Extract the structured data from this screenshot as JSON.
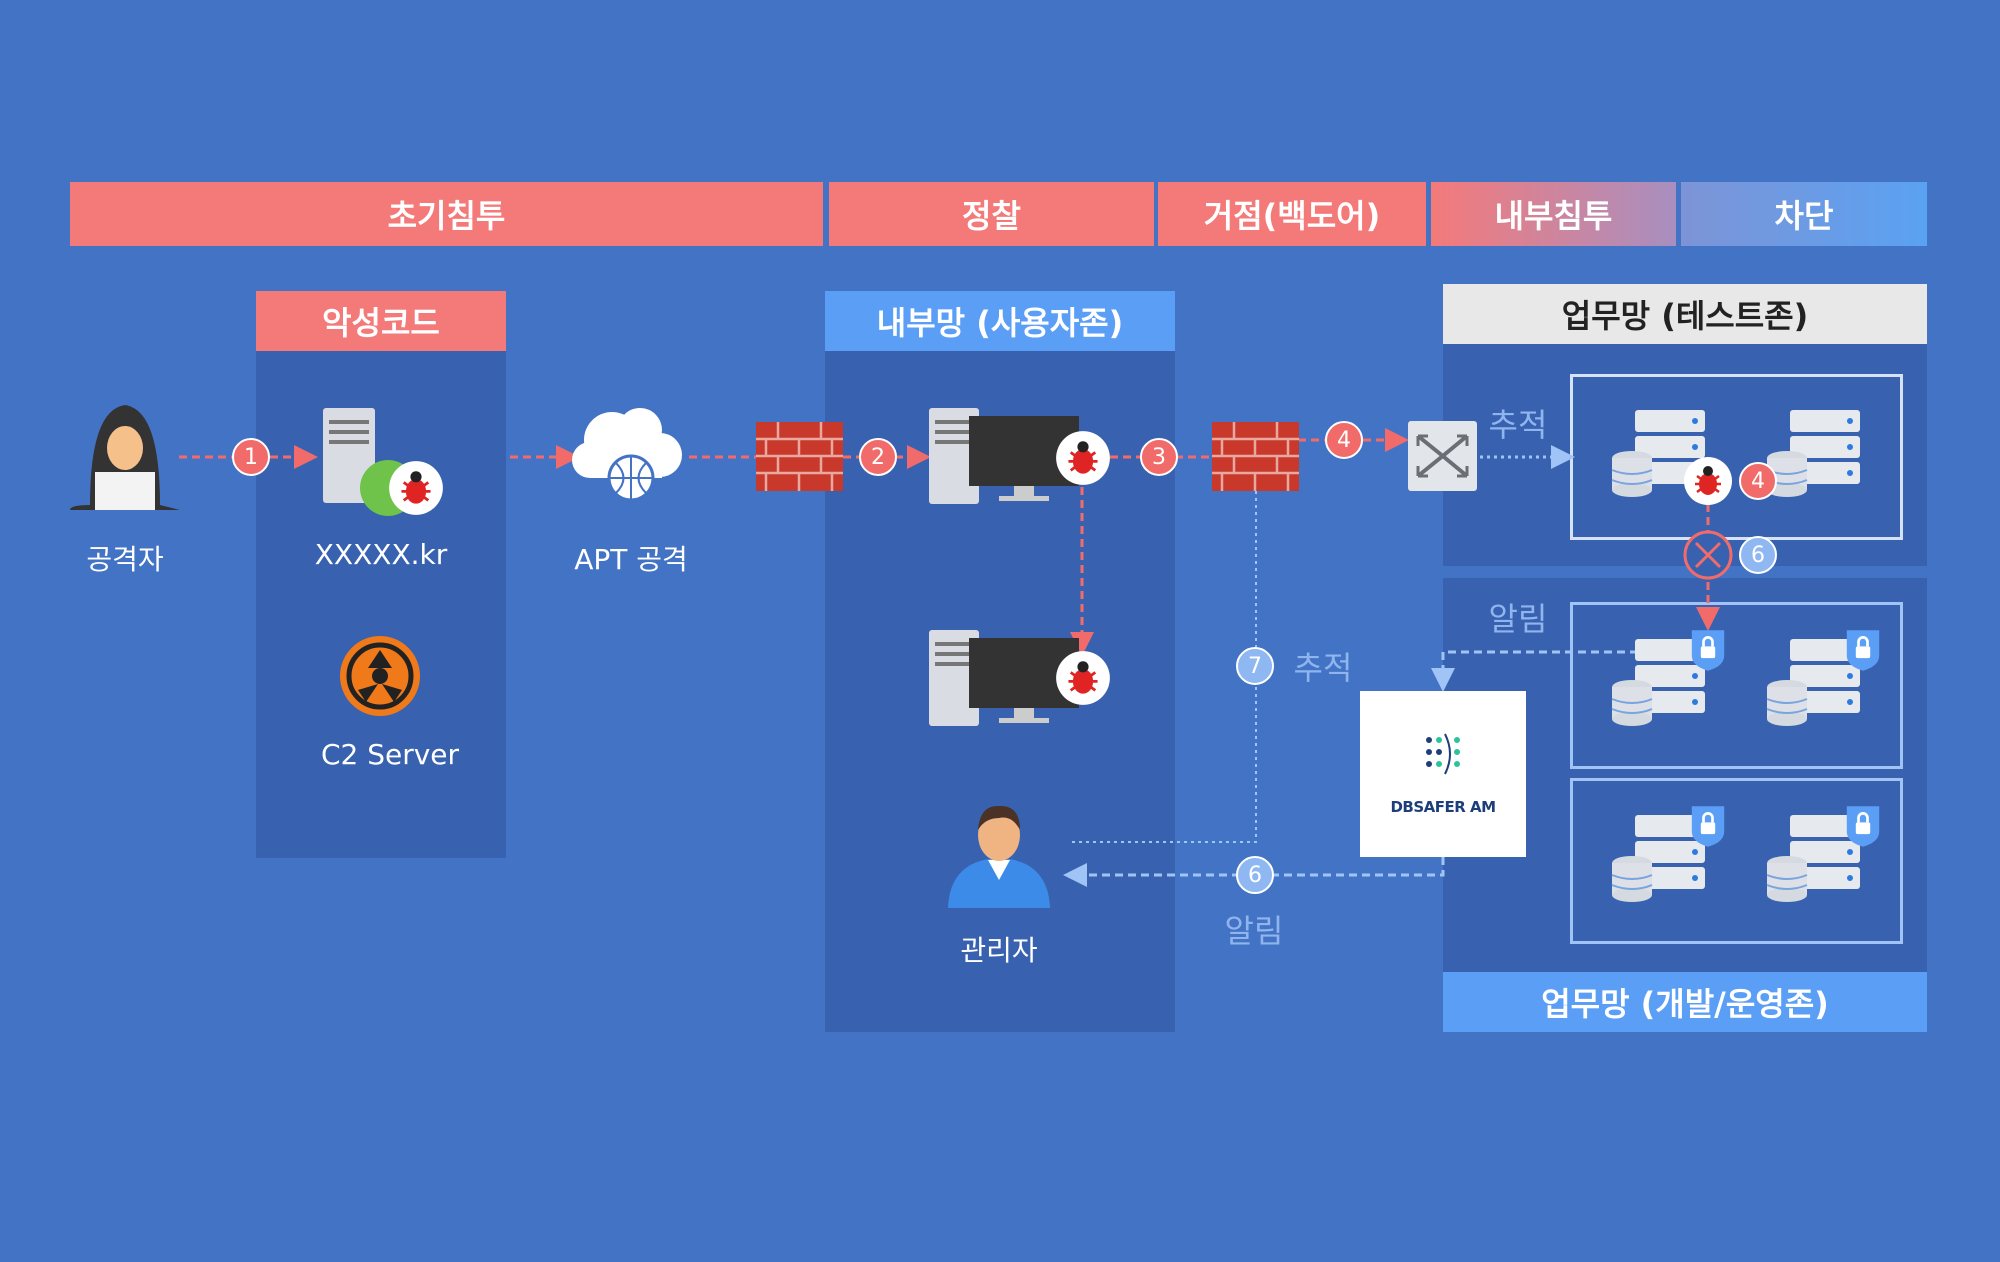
{
  "stages": [
    "초기침투",
    "정찰",
    "거점(백도어)",
    "내부침투",
    "차단"
  ],
  "panels": {
    "malware": "악성코드",
    "internal": "내부망 (사용자존)",
    "test_zone": "업무망 (테스트존)",
    "dev_zone": "업무망 (개발/운영존)"
  },
  "nodes": {
    "attacker": "공격자",
    "domain": "XXXXX.kr",
    "c2": "C2 Server",
    "apt": "APT 공격",
    "admin": "관리자",
    "product": "DBSAFER AM"
  },
  "steps": {
    "s1": "1",
    "s2": "2",
    "s3": "3",
    "s4": "4",
    "s4b": "4",
    "s6": "6",
    "s7": "7",
    "s6b": "6"
  },
  "annotations": {
    "trace_top": "추적",
    "alert_top": "알림",
    "trace_mid": "추적",
    "alert_bottom": "알림"
  },
  "colors": {
    "background": "#4373c5",
    "attack": "#f47a7a",
    "defense": "#5a9ef5",
    "panel": "#3862b0"
  }
}
